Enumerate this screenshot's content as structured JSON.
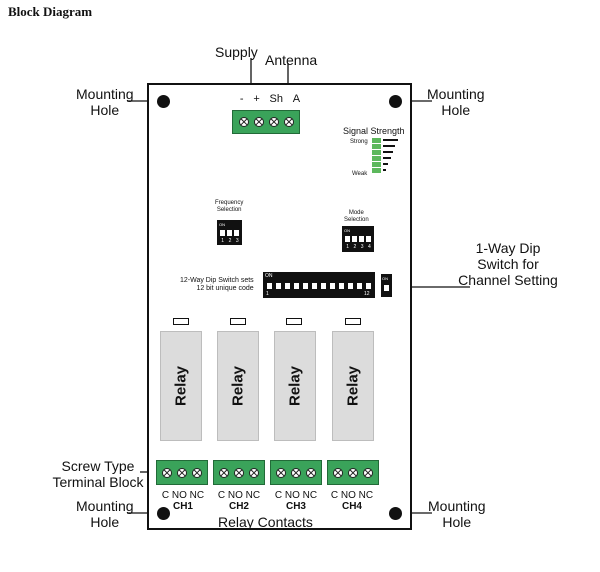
{
  "title": "Block Diagram",
  "labels": {
    "supply": "Supply",
    "antenna": "Antenna",
    "mounting_hole_line1": "Mounting",
    "mounting_hole_line2": "Hole",
    "signal_strength": "Signal Strength",
    "strong": "Strong",
    "weak": "Weak",
    "frequency_line1": "Frequency",
    "frequency_line2": "Selection",
    "mode_line1": "Mode",
    "mode_line2": "Selection",
    "one_way_line1": "1-Way Dip",
    "one_way_line2": "Switch for",
    "one_way_line3": "Channel Setting",
    "twelve_way_line1": "12-Way Dip Switch sets",
    "twelve_way_line2": "12 bit unique code",
    "screw_line1": "Screw Type",
    "screw_line2": "Terminal Block",
    "relay_contacts": "Relay Contacts",
    "on": "ON",
    "dip_start": "1",
    "dip_end": "12"
  },
  "supply_terminal": {
    "minus": "-",
    "plus": "+",
    "sh": "Sh",
    "a": "A"
  },
  "freq_numbers": [
    "1",
    "2",
    "3"
  ],
  "mode_numbers": [
    "1",
    "2",
    "3",
    "4"
  ],
  "relay_label": "Relay",
  "channels": [
    {
      "contacts": "C NO NC",
      "name": "CH1"
    },
    {
      "contacts": "C NO NC",
      "name": "CH2"
    },
    {
      "contacts": "C NO NC",
      "name": "CH3"
    },
    {
      "contacts": "C NO NC",
      "name": "CH4"
    }
  ],
  "colors": {
    "terminal_green": "#3aa35a",
    "signal_green": "#5cb85c",
    "relay_gray": "#dcdcdc"
  }
}
